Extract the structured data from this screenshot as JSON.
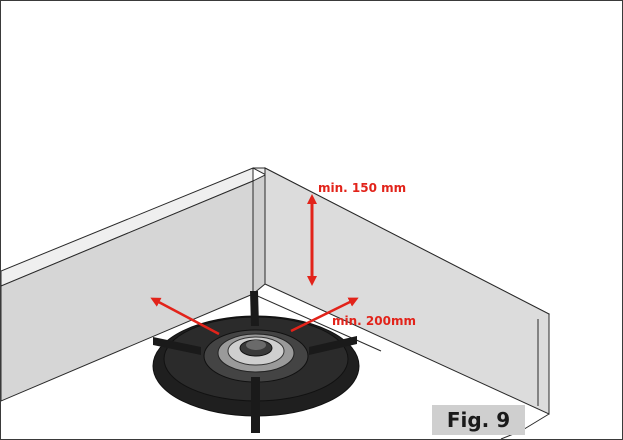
{
  "figure": {
    "height_label": "min. 150 mm",
    "width_label": "min. 200mm",
    "figure_label": "Fig. 9",
    "colors": {
      "arrow": "#e2231a",
      "wall_face": "#d9d9d9",
      "wall_top": "#efefef",
      "outline": "#2a2a2a",
      "burner": "#1f1f1f",
      "badge": "#cfcfcf"
    }
  }
}
